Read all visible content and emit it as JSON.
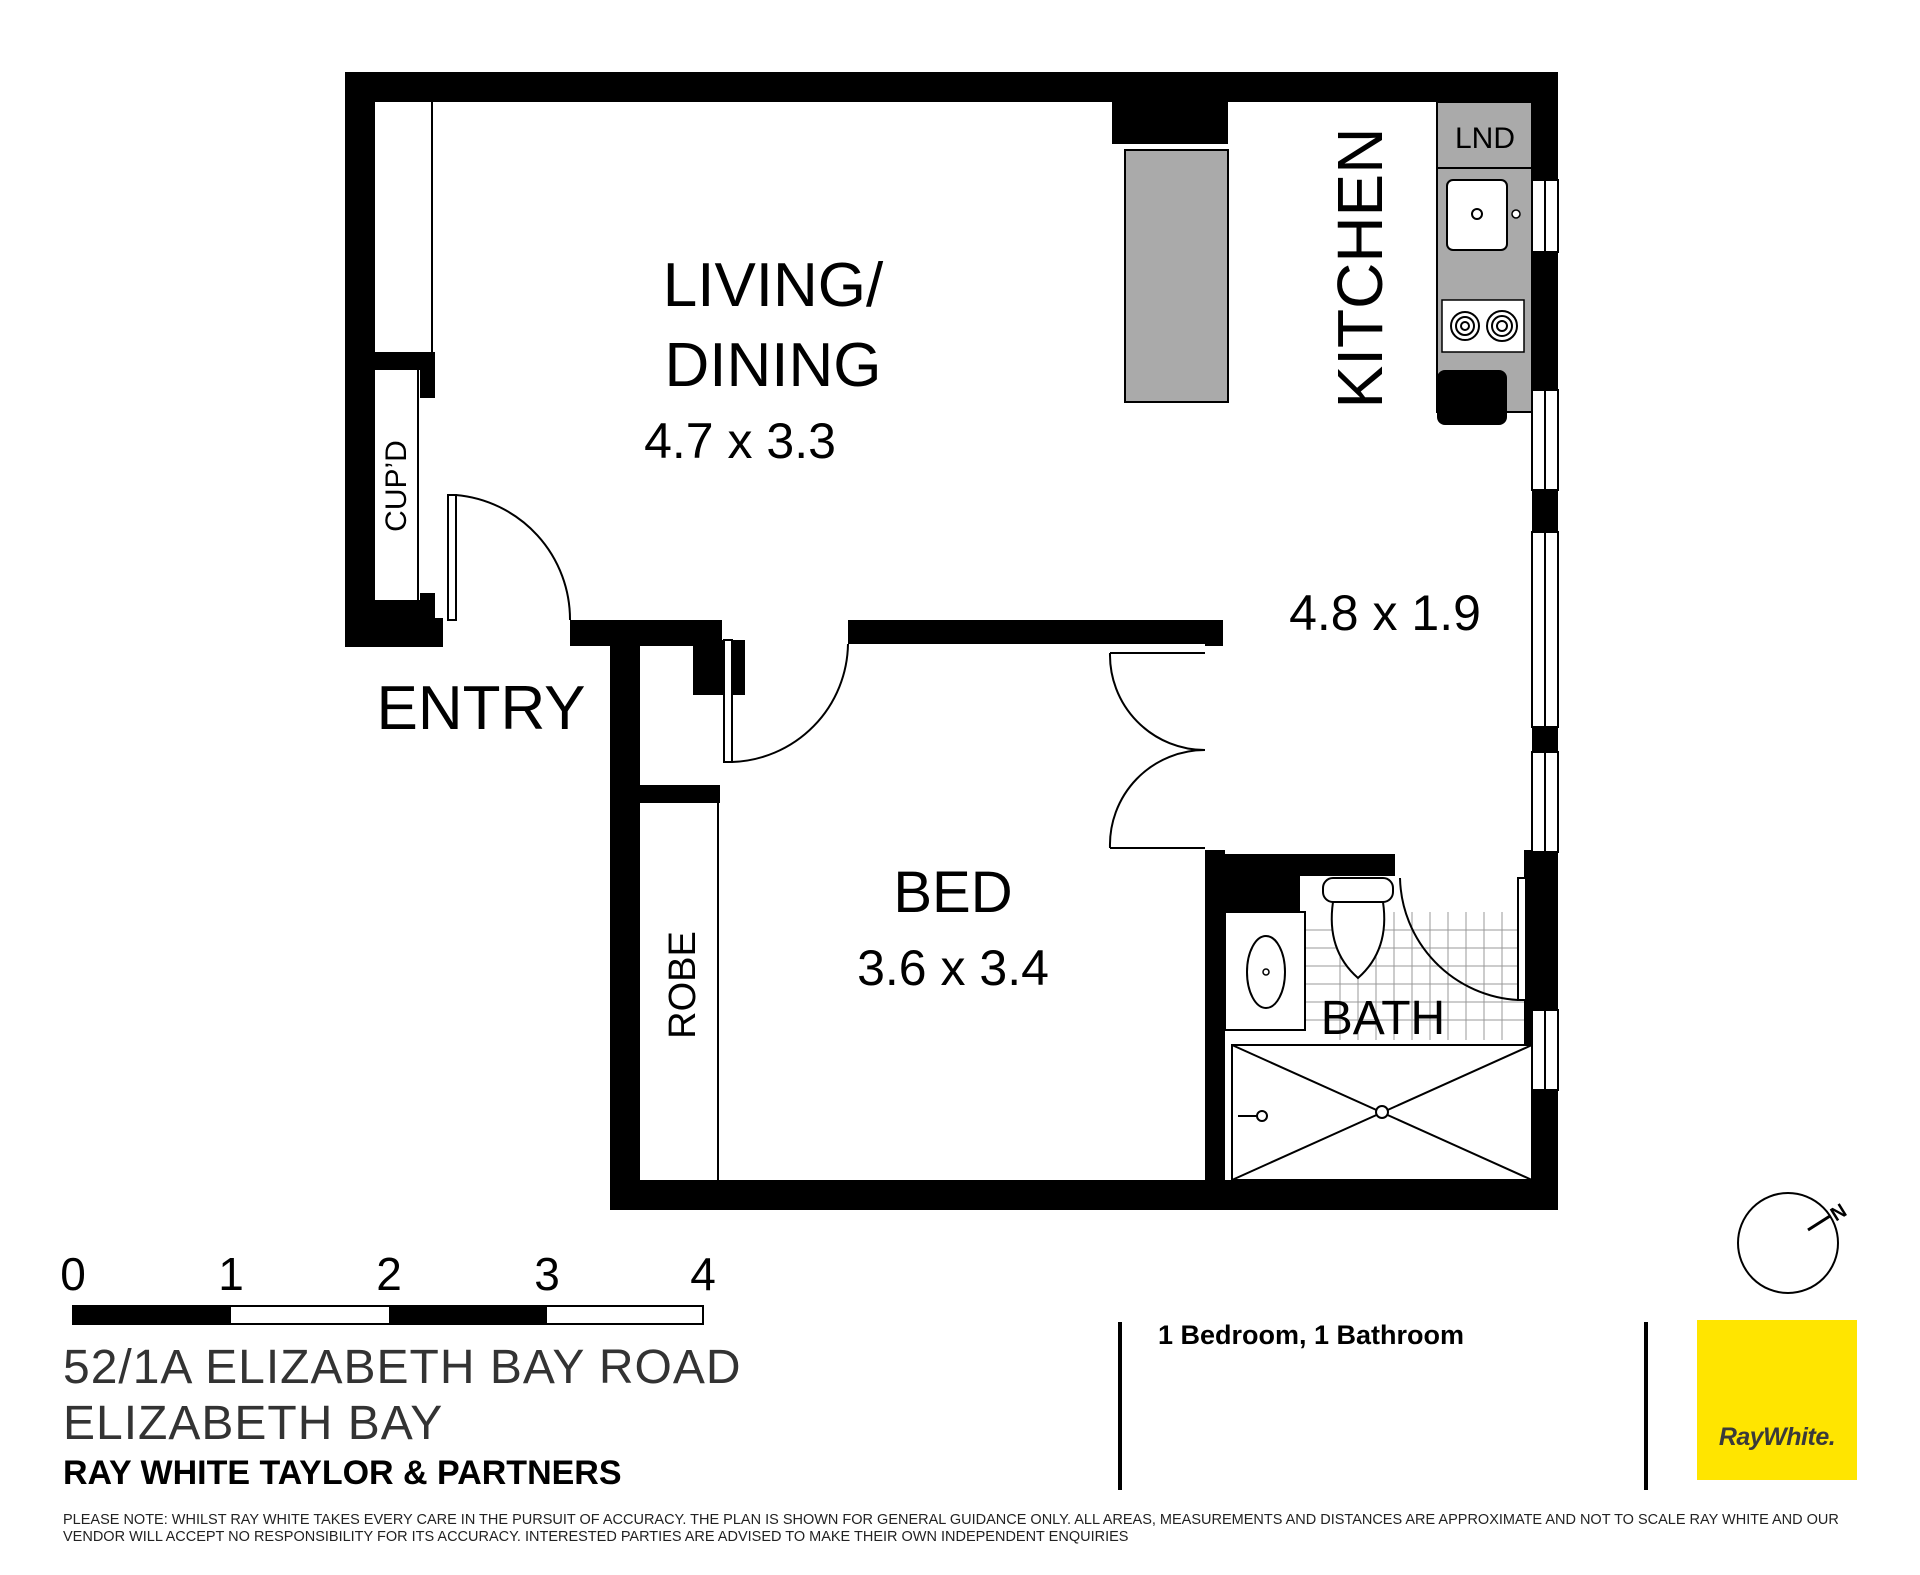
{
  "rooms": {
    "living_line1": "LIVING/",
    "living_line2": "DINING",
    "living_size": "4.7 x 3.3",
    "kitchen": "KITCHEN",
    "kitchen_size": "4.8 x 1.9",
    "laundry": "LND",
    "cupboard": "CUP’D",
    "entry": "ENTRY",
    "bed": "BED",
    "bed_size": "3.6 x 3.4",
    "robe": "ROBE",
    "bath": "BATH"
  },
  "scale_bar": {
    "ticks": [
      "0",
      "1",
      "2",
      "3",
      "4"
    ]
  },
  "compass": {
    "label": "N"
  },
  "address": {
    "line1": "52/1A ELIZABETH BAY ROAD",
    "line2": "ELIZABETH BAY"
  },
  "agency": "RAY WHITE TAYLOR & PARTNERS",
  "summary": "1 Bedroom, 1 Bathroom",
  "logo": {
    "text": "RayWhite.",
    "color": "#ffe500"
  },
  "disclaimer": "Please note: Whilst Ray White takes every care in the pursuit of accuracy. The plan is shown for general guidance only. All areas, measurements and distances are approximate and not to scale Ray White and our vendor will accept no responsibility for its accuracy. Interested parties are advised to make their own independent enquiries",
  "colors": {
    "wall": "#000000",
    "bench": "#aaaaaa",
    "brand_yellow": "#ffe500"
  }
}
